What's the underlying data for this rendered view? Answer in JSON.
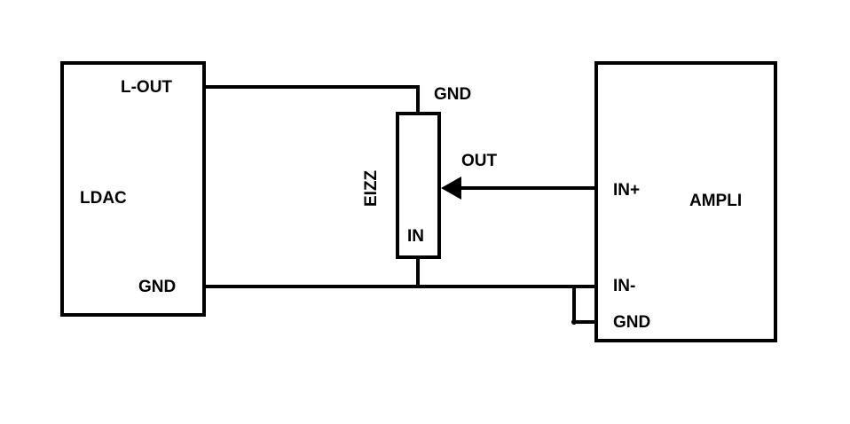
{
  "diagram": {
    "ldac": {
      "name": "LDAC",
      "pin_lout": "L-OUT",
      "pin_gnd": "GND"
    },
    "pot": {
      "name": "EIZZ",
      "pin_gnd": "GND",
      "pin_out": "OUT",
      "pin_in": "IN"
    },
    "ampli": {
      "name": "AMPLI",
      "pin_in_plus": "IN+",
      "pin_in_minus": "IN-",
      "pin_gnd": "GND"
    },
    "colors": {
      "stroke": "#000000",
      "background": "#ffffff"
    }
  }
}
